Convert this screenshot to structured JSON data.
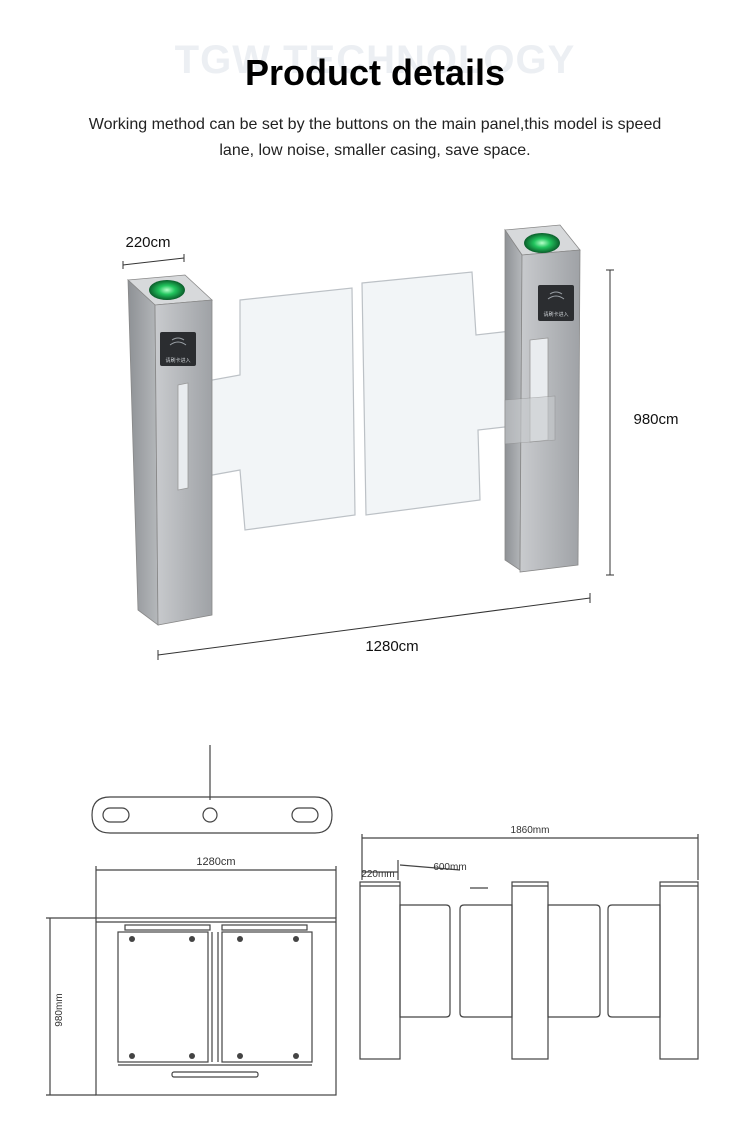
{
  "header": {
    "watermark": "TGW TECHNOLOGY",
    "title": "Product details",
    "description": "Working method can be set by the buttons on the main panel,this model is speed lane, low noise, smaller casing, save space."
  },
  "render": {
    "dimensions": {
      "width": "220cm",
      "height": "980cm",
      "length": "1280cm"
    },
    "panel_label": "请刷卡进入"
  },
  "drawings": {
    "front_view": {
      "width": "1280cm",
      "height": "980mm"
    },
    "side_view": {
      "total_length": "1860mm",
      "post_width": "220mm",
      "gate_width": "600mm"
    }
  },
  "colors": {
    "indicator_green": "#22c55e",
    "post_gray": "#a9acb0",
    "line": "#444444"
  }
}
